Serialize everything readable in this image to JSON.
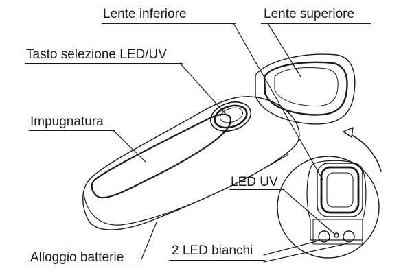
{
  "labels": {
    "lower_lens": "Lente inferiore",
    "upper_lens": "Lente superiore",
    "led_uv_button": "Tasto selezione LED/UV",
    "grip": "Impugnatura",
    "led_uv": "LED UV",
    "battery": "Alloggio batterie",
    "white_leds": "2 LED bianchi"
  },
  "colors": {
    "line": "#1a1a1a",
    "background": "#ffffff"
  }
}
